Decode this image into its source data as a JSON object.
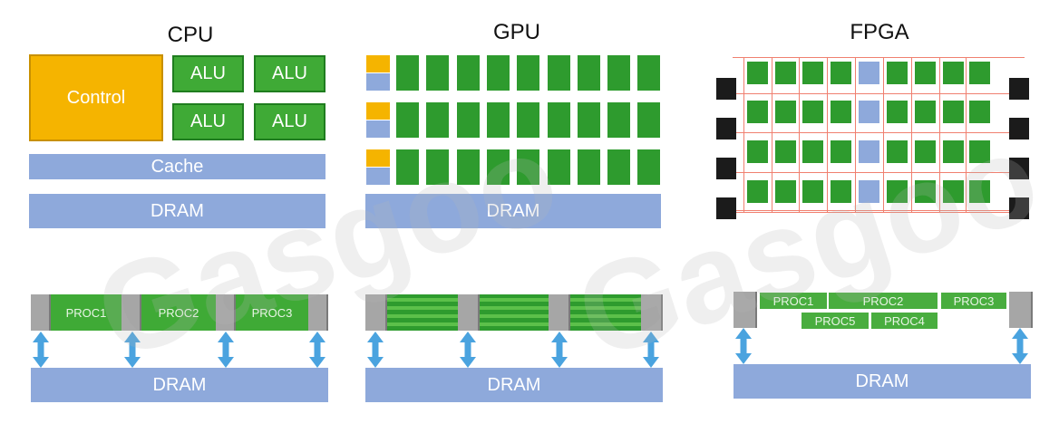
{
  "cpu": {
    "title": "CPU",
    "control": "Control",
    "alu": [
      "ALU",
      "ALU",
      "ALU",
      "ALU"
    ],
    "cache": "Cache",
    "dram": "DRAM"
  },
  "gpu": {
    "title": "GPU",
    "dram": "DRAM"
  },
  "fpga": {
    "title": "FPGA"
  },
  "bottom": {
    "cpu": {
      "procs": [
        "PROC1",
        "PROC2",
        "PROC3"
      ],
      "dram": "DRAM"
    },
    "gpu": {
      "dram": "DRAM"
    },
    "fpga": {
      "procs": [
        "PROC1",
        "PROC2",
        "PROC3",
        "PROC5",
        "PROC4"
      ],
      "dram": "DRAM"
    }
  },
  "watermark": {
    "text": "Gasgoo"
  },
  "colors": {
    "control": "#f5b400",
    "alu": "#3faa36",
    "memory": "#8ea9db",
    "arrow": "#4aa3df",
    "io_block": "#1b1b1b",
    "interconnect": "#f08070"
  }
}
